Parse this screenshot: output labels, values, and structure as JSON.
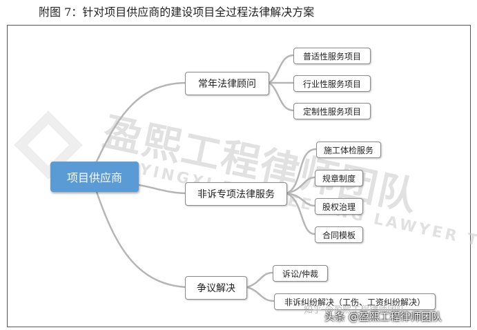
{
  "title": "附图 7：针对项目供应商的建设项目全过程法律解决方案",
  "root": "项目供应商",
  "branches": [
    {
      "label": "常年法律顾问",
      "children": [
        "普适性服务项目",
        "行业性服务项目",
        "定制性服务项目"
      ]
    },
    {
      "label": "非诉专项法律服务",
      "children": [
        "施工体检服务",
        "规章制度",
        "股权治理",
        "合同模板"
      ]
    },
    {
      "label": "争议解决",
      "children": [
        "诉讼/仲裁",
        "非诉纠纷解决（工伤、工资纠纷解决）"
      ]
    }
  ],
  "watermark": {
    "main": "盈熙工程律师团队",
    "sub": "YINGXI ENGINEERING LAWYER TEAM"
  },
  "footer": {
    "source": "头条 @盈熙工程律师团队",
    "faint": "知乎 @盈熙工程律师团队"
  },
  "colors": {
    "root_fill": "#5b9bd5",
    "connector": "#b5b5b5"
  }
}
